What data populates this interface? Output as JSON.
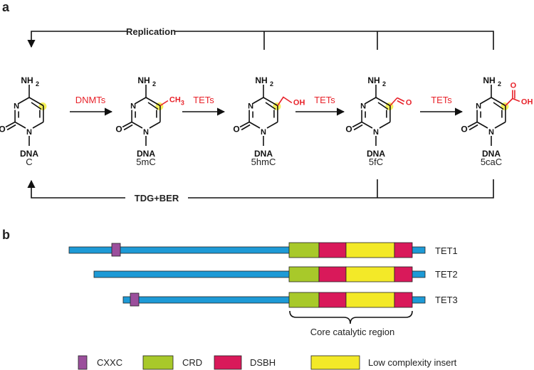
{
  "panel_a": {
    "label": "a",
    "replication_label": "Replication",
    "tdg_label": "TDG+BER",
    "arrows": [
      {
        "enzyme": "DNMTs"
      },
      {
        "enzyme": "TETs"
      },
      {
        "enzyme": "TETs"
      },
      {
        "enzyme": "TETs"
      }
    ],
    "molecules": [
      {
        "name": "C",
        "amine": "NH",
        "amine_sub": "2",
        "n_top": "N",
        "n_bottom": "N",
        "oxo": "O",
        "base": "DNA",
        "group": "",
        "group_sub": ""
      },
      {
        "name": "5mC",
        "amine": "NH",
        "amine_sub": "2",
        "n_top": "N",
        "n_bottom": "N",
        "oxo": "O",
        "base": "DNA",
        "group": "CH",
        "group_sub": "3"
      },
      {
        "name": "5hmC",
        "amine": "NH",
        "amine_sub": "2",
        "n_top": "N",
        "n_bottom": "N",
        "oxo": "O",
        "base": "DNA",
        "group": "OH",
        "group_sub": ""
      },
      {
        "name": "5fC",
        "amine": "NH",
        "amine_sub": "2",
        "n_top": "N",
        "n_bottom": "N",
        "oxo": "O",
        "base": "DNA",
        "group": "O",
        "group_sub": ""
      },
      {
        "name": "5caC",
        "amine": "NH",
        "amine_sub": "2",
        "n_top": "N",
        "n_bottom": "N",
        "oxo": "O",
        "base": "DNA",
        "group": "OH",
        "group_sub": "",
        "group_o": "O"
      }
    ]
  },
  "panel_b": {
    "label": "b",
    "proteins": [
      {
        "name": "TET1",
        "cxxc": true
      },
      {
        "name": "TET2",
        "cxxc": false
      },
      {
        "name": "TET3",
        "cxxc": true
      }
    ],
    "core_label": "Core catalytic region",
    "legend": [
      {
        "label": "CXXC",
        "color": "#9b4f9c"
      },
      {
        "label": "CRD",
        "color": "#a8c92a"
      },
      {
        "label": "DSBH",
        "color": "#d9195a"
      },
      {
        "label": "Low complexity insert",
        "color": "#f3e928"
      }
    ],
    "colors": {
      "backbone": "#1d9ad6",
      "cxxc": "#9b4f9c",
      "crd": "#a8c92a",
      "dsbh": "#d9195a",
      "lci": "#f3e928"
    }
  }
}
